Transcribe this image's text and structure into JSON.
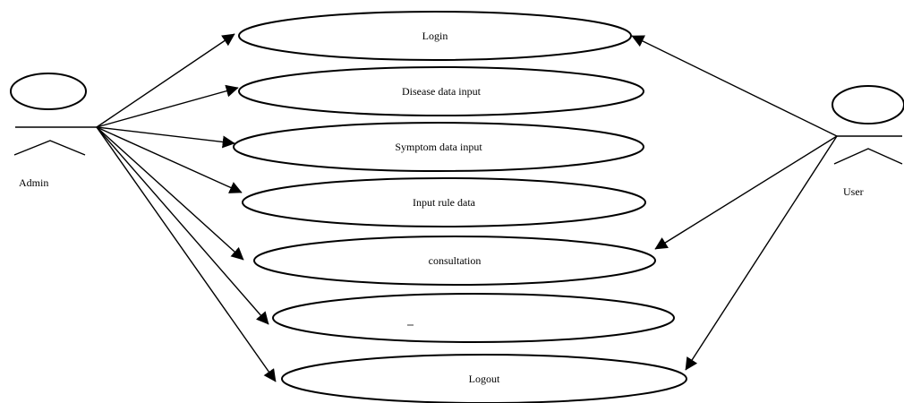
{
  "actors": {
    "admin": {
      "label": "Admin"
    },
    "user": {
      "label": "User"
    }
  },
  "use_cases": [
    {
      "id": "login",
      "label": "Login"
    },
    {
      "id": "disease",
      "label": "Disease data input"
    },
    {
      "id": "symptom",
      "label": "Symptom data input"
    },
    {
      "id": "rule",
      "label": "Input rule data"
    },
    {
      "id": "consult",
      "label": "consultation"
    },
    {
      "id": "blank",
      "label": ""
    },
    {
      "id": "logout",
      "label": "Logout"
    }
  ]
}
